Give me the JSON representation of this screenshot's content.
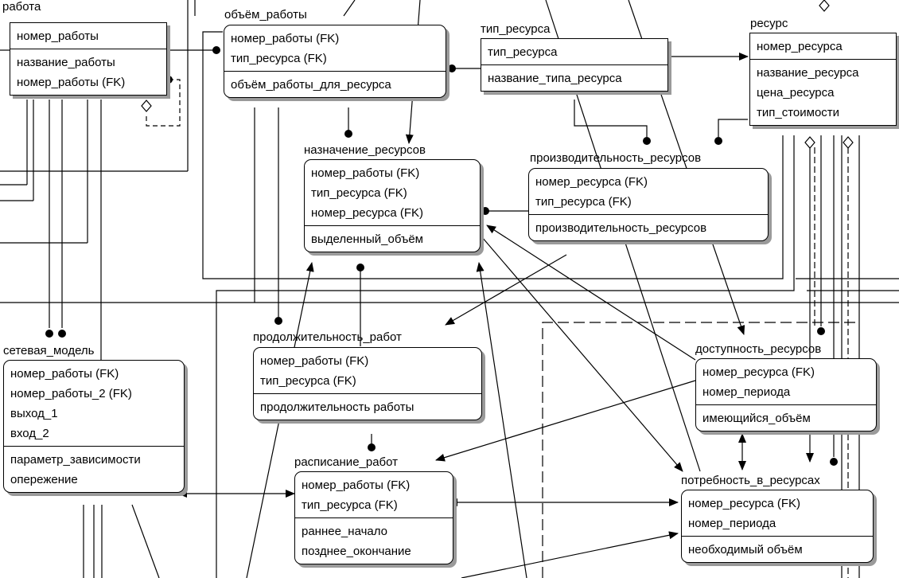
{
  "entities": {
    "rabota": {
      "title": "работа",
      "keys": [
        "номер_работы"
      ],
      "attrs": [
        "название_работы",
        "номер_работы (FK)"
      ]
    },
    "obem_raboty": {
      "title": "объём_работы",
      "keys": [
        "номер_работы (FK)",
        "тип_ресурса (FK)"
      ],
      "attrs": [
        "объём_работы_для_ресурса"
      ]
    },
    "tip_resursa": {
      "title": "тип_ресурса",
      "keys": [
        "тип_ресурса"
      ],
      "attrs": [
        "название_типа_ресурса"
      ]
    },
    "resurs": {
      "title": "ресурс",
      "keys": [
        "номер_ресурса"
      ],
      "attrs": [
        "название_ресурса",
        "цена_ресурса",
        "тип_стоимости"
      ]
    },
    "naznachenie": {
      "title": "назначение_ресурсов",
      "keys": [
        "номер_работы (FK)",
        "тип_ресурса (FK)",
        "номер_ресурса (FK)"
      ],
      "attrs": [
        "выделенный_объём"
      ]
    },
    "proizvoditelnost": {
      "title": "производительность_ресурсов",
      "keys": [
        "номер_ресурса (FK)",
        "тип_ресурса (FK)"
      ],
      "attrs": [
        "производительность_ресурсов"
      ]
    },
    "setevaya": {
      "title": "сетевая_модель",
      "keys": [
        "номер_работы (FK)",
        "номер_работы_2 (FK)",
        "выход_1",
        "вход_2"
      ],
      "attrs": [
        "параметр_зависимости",
        "опережение"
      ]
    },
    "prodolzhitelnost": {
      "title": "продолжительность_работ",
      "keys": [
        "номер_работы (FK)",
        "тип_ресурса (FK)"
      ],
      "attrs": [
        "продолжительность работы"
      ]
    },
    "dostupnost": {
      "title": "доступность_ресурсов",
      "keys": [
        "номер_ресурса (FK)",
        "номер_периода"
      ],
      "attrs": [
        "имеющийся_объём"
      ]
    },
    "raspisanie": {
      "title": "расписание_работ",
      "keys": [
        "номер_работы (FK)",
        "тип_ресурса (FK)"
      ],
      "attrs": [
        "раннее_начало",
        "позднее_окончание"
      ]
    },
    "potrebnost": {
      "title": "потребность_в_ресурсах",
      "keys": [
        "номер_ресурса (FK)",
        "номер_периода"
      ],
      "attrs": [
        "необходимый объём"
      ]
    }
  },
  "colors": {
    "line": "#000000",
    "shadow": "#9a9a9a",
    "background": "#ffffff"
  }
}
